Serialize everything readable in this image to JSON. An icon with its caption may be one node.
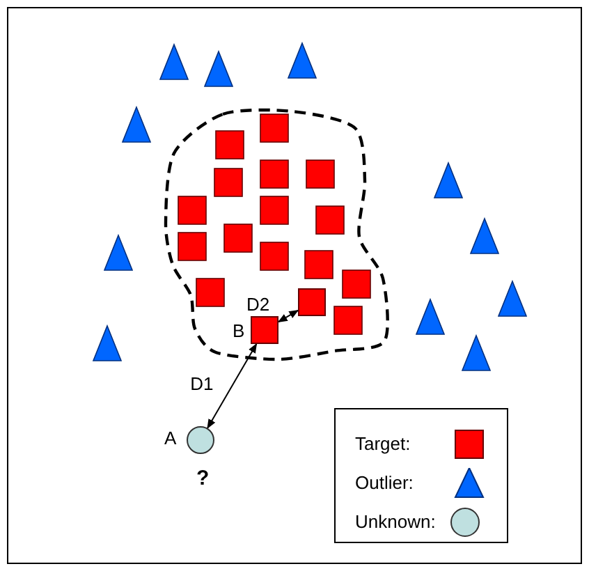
{
  "diagram": {
    "nodes": [
      {
        "text": [],
        "shape": "box"
      },
      {
        "text": [],
        "shape": "box",
        "beside": [
          "B"
        ]
      },
      {
        "text": [],
        "shape": "circle",
        "beside": [
          "A",
          "?"
        ]
      }
    ],
    "edges": [
      {
        "from": 1,
        "to": 0,
        "arrow": "both",
        "label": "D2"
      },
      {
        "from": 2,
        "to": 1,
        "arrow": "both",
        "label": "D1"
      }
    ],
    "legend": [
      {
        "text": "Target:"
      },
      {
        "text": "Outlier:"
      },
      {
        "text": "Unknown:"
      }
    ]
  }
}
